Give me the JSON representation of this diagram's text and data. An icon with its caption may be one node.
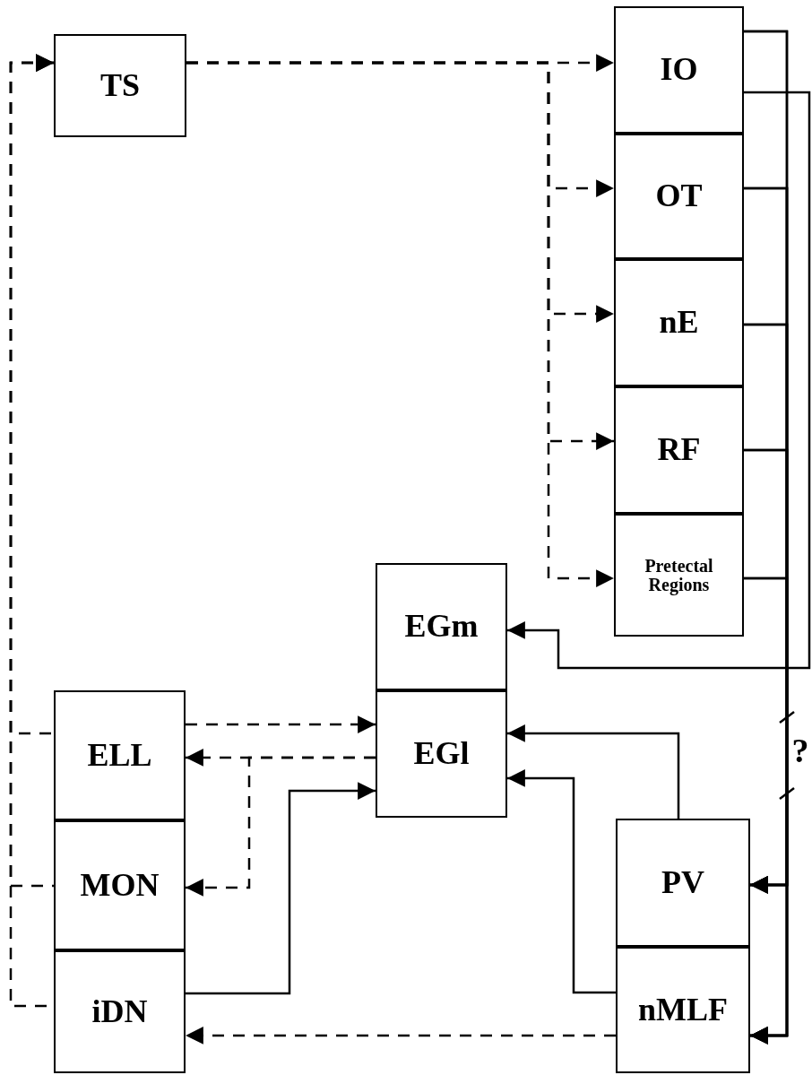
{
  "diagram": {
    "nodes": [
      {
        "text": [
          "TS"
        ]
      },
      {
        "text": [
          "IO"
        ]
      },
      {
        "text": [
          "OT"
        ]
      },
      {
        "text": [
          "nE"
        ]
      },
      {
        "text": [
          "RF"
        ]
      },
      {
        "text": [
          "Pretectal Regions"
        ]
      },
      {
        "text": [
          "EGm"
        ]
      },
      {
        "text": [
          "EGl"
        ]
      },
      {
        "text": [
          "ELL"
        ]
      },
      {
        "text": [
          "MON"
        ]
      },
      {
        "text": [
          "iDN"
        ]
      },
      {
        "text": [
          "PV"
        ]
      },
      {
        "text": [
          "nMLF"
        ]
      }
    ],
    "edges": [
      {
        "from": 0,
        "to": 1,
        "arrow": "to",
        "style": "dashed"
      },
      {
        "from": 0,
        "to": 2,
        "arrow": "to",
        "style": "dashed"
      },
      {
        "from": 0,
        "to": 3,
        "arrow": "to",
        "style": "dashed"
      },
      {
        "from": 0,
        "to": 4,
        "arrow": "to",
        "style": "dashed"
      },
      {
        "from": 0,
        "to": 5,
        "arrow": "to",
        "style": "dashed"
      },
      {
        "from": 8,
        "to": 0,
        "arrow": "to",
        "style": "dashed"
      },
      {
        "from": 9,
        "to": 0,
        "arrow": "to",
        "style": "dashed"
      },
      {
        "from": 10,
        "to": 0,
        "arrow": "to",
        "style": "dashed"
      },
      {
        "from": 8,
        "to": 7,
        "arrow": "to",
        "style": "dashed"
      },
      {
        "from": 7,
        "to": 8,
        "arrow": "to",
        "style": "dashed"
      },
      {
        "from": 7,
        "to": 9,
        "arrow": "to",
        "style": "dashed"
      },
      {
        "from": 10,
        "to": 7,
        "arrow": "to"
      },
      {
        "from": 11,
        "to": 7,
        "arrow": "to"
      },
      {
        "from": 12,
        "to": 7,
        "arrow": "to"
      },
      {
        "from": 12,
        "to": 10,
        "arrow": "to",
        "style": "dashed"
      },
      {
        "from": 1,
        "to": 6,
        "arrow": "to"
      },
      {
        "from": 1,
        "to": 11,
        "arrow": "to"
      },
      {
        "from": 2,
        "to": 11,
        "arrow": "to"
      },
      {
        "from": 3,
        "to": 11,
        "arrow": "to"
      },
      {
        "from": 4,
        "to": 11,
        "arrow": "to"
      },
      {
        "from": 5,
        "to": 11,
        "arrow": "to"
      },
      {
        "from": 1,
        "to": 12,
        "arrow": "to"
      },
      {
        "from": 2,
        "to": 12,
        "arrow": "to"
      },
      {
        "from": 3,
        "to": 12,
        "arrow": "to"
      },
      {
        "from": 4,
        "to": 12,
        "arrow": "to"
      },
      {
        "from": 5,
        "to": 12,
        "arrow": "to"
      }
    ],
    "labels": [
      "?"
    ]
  }
}
